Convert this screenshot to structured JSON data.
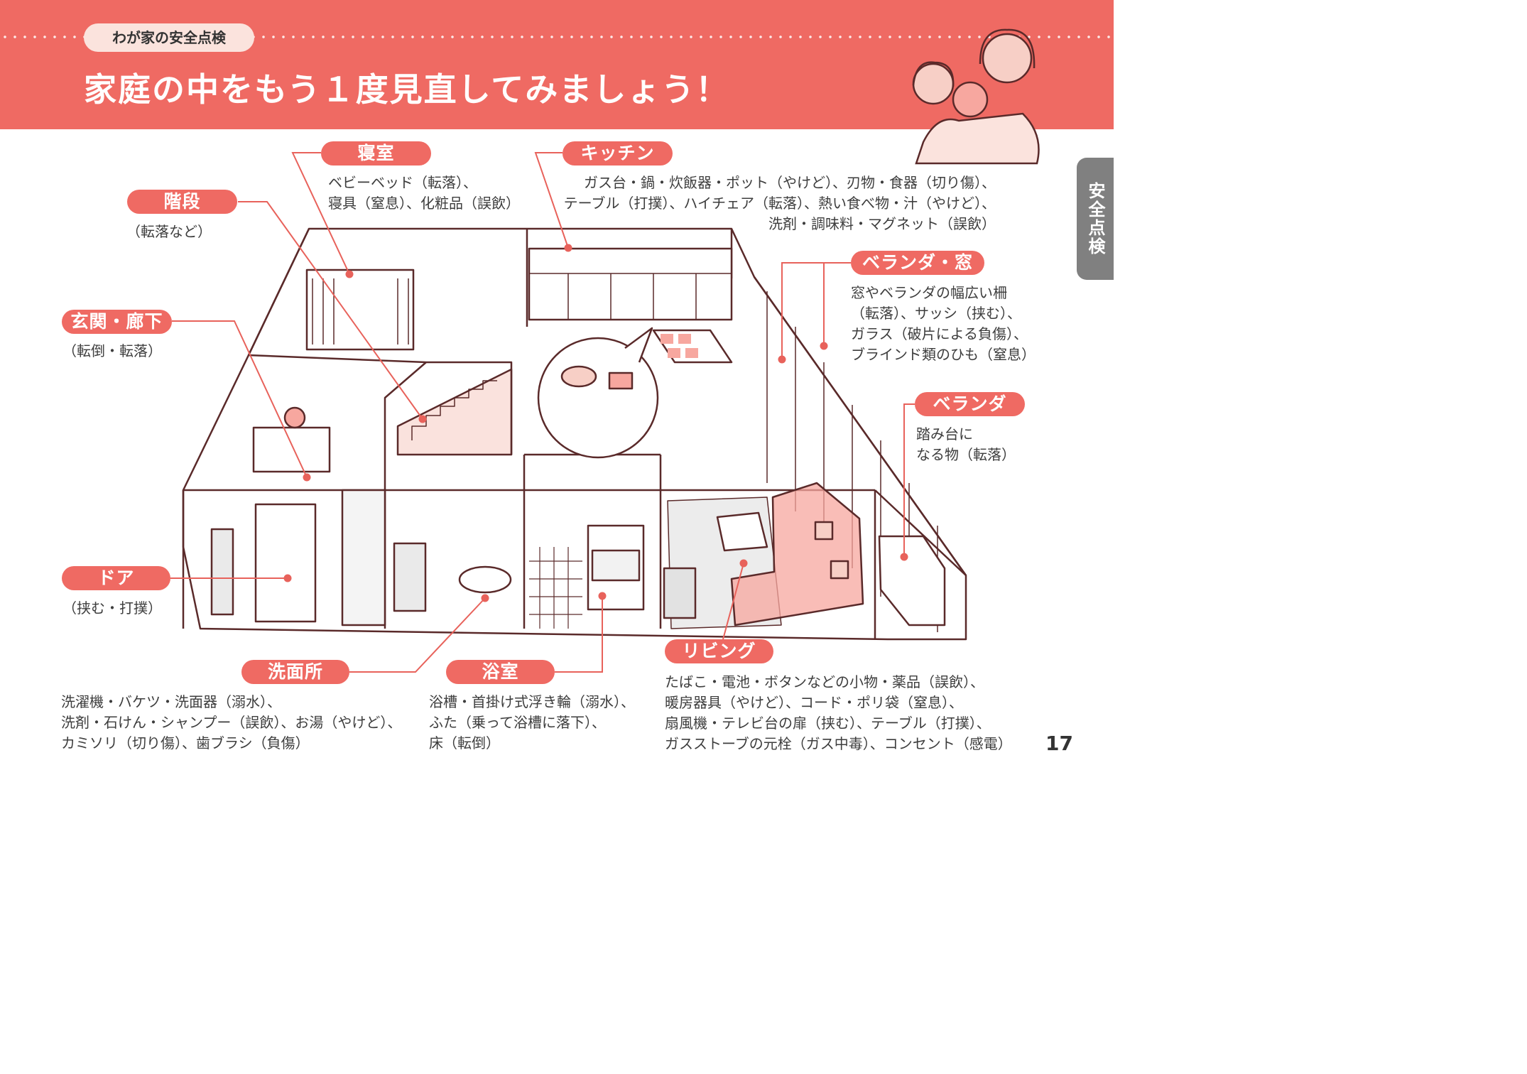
{
  "header": {
    "crumb": "わが家の安全点検",
    "title": "家庭の中をもう１度見直してみましょう！"
  },
  "side_tab": "安全点検",
  "page_number": "17",
  "colors": {
    "accent": "#ef6a63",
    "accent_light": "#fbe3dd",
    "tab_gray": "#808080",
    "line_ink": "#5a2a2a"
  },
  "rooms": {
    "bedroom": {
      "label": "寝室",
      "lines": [
        "ベビーベッド（転落）、",
        "寝具（窒息）、化粧品（誤飲）"
      ]
    },
    "stairs": {
      "label": "階段",
      "lines": [
        "（転落など）"
      ]
    },
    "entrance": {
      "label": "玄関・廊下",
      "lines": [
        "（転倒・転落）"
      ]
    },
    "door": {
      "label": "ドア",
      "lines": [
        "（挟む・打撲）"
      ]
    },
    "kitchen": {
      "label": "キッチン",
      "lines": [
        "ガス台・鍋・炊飯器・ポット（やけど）、刃物・食器（切り傷）、",
        "テーブル（打撲）、ハイチェア（転落）、熱い食べ物・汁（やけど）、",
        "洗剤・調味料・マグネット（誤飲）"
      ]
    },
    "veranda_window": {
      "label": "ベランダ・窓",
      "lines": [
        "窓やベランダの幅広い柵",
        "（転落）、サッシ（挟む）、",
        "ガラス（破片による負傷）、",
        "ブラインド類のひも（窒息）"
      ]
    },
    "veranda": {
      "label": "ベランダ",
      "lines": [
        "踏み台に",
        "なる物（転落）"
      ]
    },
    "washroom": {
      "label": "洗面所",
      "lines": [
        "洗濯機・バケツ・洗面器（溺水）、",
        "洗剤・石けん・シャンプー（誤飲）、お湯（やけど）、",
        "カミソリ（切り傷）、歯ブラシ（負傷）"
      ]
    },
    "bathroom": {
      "label": "浴室",
      "lines": [
        "浴槽・首掛け式浮き輪（溺水）、",
        "ふた（乗って浴槽に落下）、",
        "床（転倒）"
      ]
    },
    "living": {
      "label": "リビング",
      "lines": [
        "たばこ・電池・ボタンなどの小物・薬品（誤飲）、",
        "暖房器具（やけど）、コード・ポリ袋（窒息）、",
        "扇風機・テレビ台の扉（挟む）、テーブル（打撲）、",
        "ガスストーブの元栓（ガス中毒）、コンセント（感電）"
      ]
    }
  }
}
